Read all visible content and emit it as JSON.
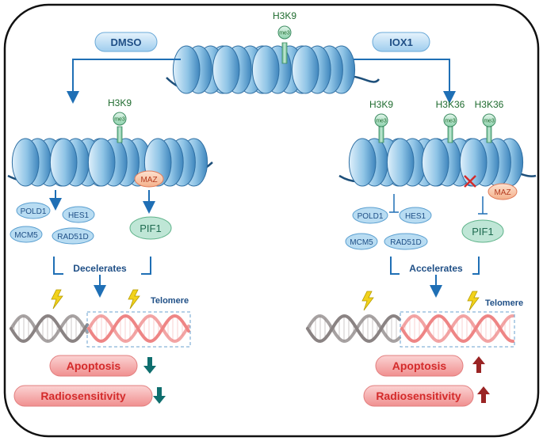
{
  "top": {
    "mark": "H3K9",
    "me": "me3"
  },
  "left": {
    "treatment": "DMSO",
    "mark": "H3K9",
    "me": "me3",
    "maz": "MAZ",
    "genes": [
      "POLD1",
      "HES1",
      "MCM5",
      "RAD51D"
    ],
    "pif1": "PIF1",
    "effect": "Decelerates",
    "telomere": "Telomere",
    "apoptosis": "Apoptosis",
    "radiosensitivity": "Radiosensitivity"
  },
  "right": {
    "treatment": "IOX1",
    "marks": [
      "H3K9",
      "H3K36",
      "H3K36"
    ],
    "me": "me3",
    "maz": "MAZ",
    "genes": [
      "POLD1",
      "HES1",
      "MCM5",
      "RAD51D"
    ],
    "pif1": "PIF1",
    "effect": "Accelerates",
    "telomere": "Telomere",
    "apoptosis": "Apoptosis",
    "radiosensitivity": "Radiosensitivity"
  },
  "colors": {
    "arrow_blue": "#1f6fb5",
    "nucleosome": "#8fc4e6",
    "mark_green": "#1e6b2e",
    "maz_fill": "#f5a38a",
    "gene_fill": "#b8dcf2",
    "pif1_fill": "#bfe6d6",
    "outcome_fill": "#f6a6a6",
    "outcome_text": "#d42b2b",
    "arrow_down": "#0f6e6e",
    "arrow_up": "#9a2424"
  }
}
